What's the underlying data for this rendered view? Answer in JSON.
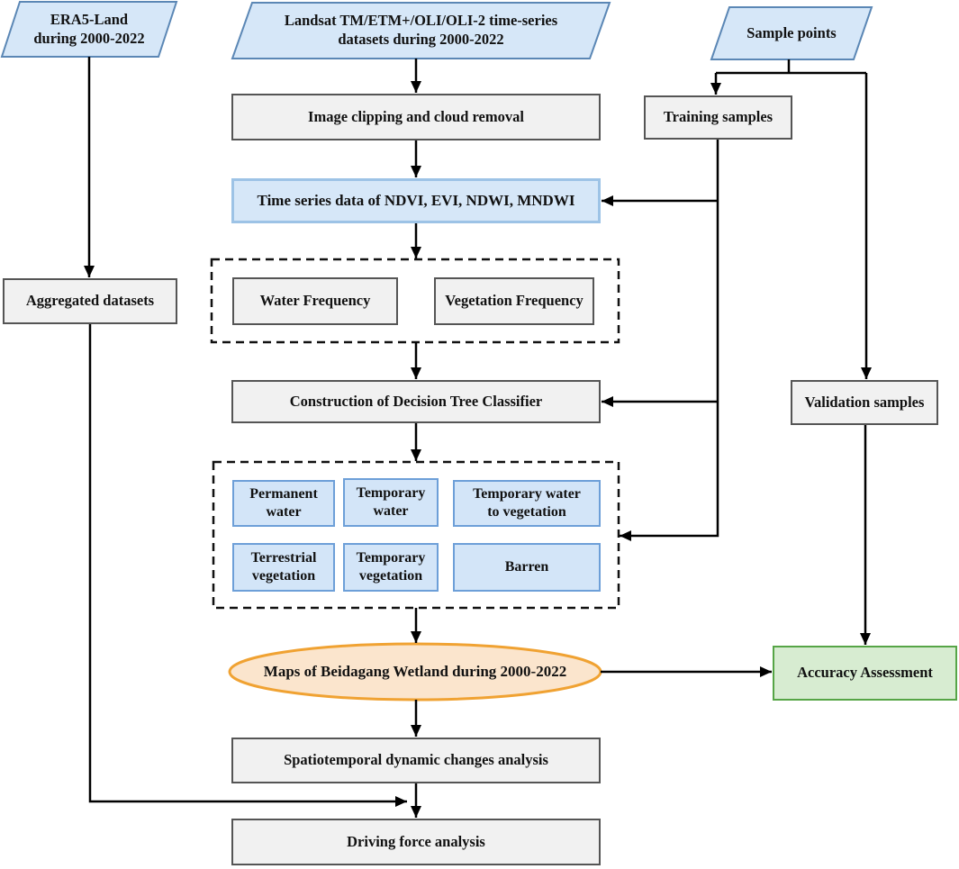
{
  "diagram_type": "flowchart",
  "nodes": {
    "era5": {
      "label": "ERA5-Land\nduring 2000-2022"
    },
    "landsat": {
      "label": "Landsat TM/ETM+/OLI/OLI-2 time-series\ndatasets during 2000-2022"
    },
    "sample_points": {
      "label": "Sample points"
    },
    "image_clipping": {
      "label": "Image clipping and cloud removal"
    },
    "training_samples": {
      "label": "Training samples"
    },
    "time_series": {
      "label": "Time series data of NDVI, EVI, NDWI, MNDWI"
    },
    "water_frequency": {
      "label": "Water Frequency"
    },
    "vegetation_frequency": {
      "label": "Vegetation Frequency"
    },
    "construction": {
      "label": "Construction of Decision Tree Classifier"
    },
    "validation_samples": {
      "label": "Validation samples"
    },
    "aggregated_datasets": {
      "label": "Aggregated datasets"
    },
    "permanent_water": {
      "label": "Permanent\nwater"
    },
    "temporary_water": {
      "label": "Temporary\nwater"
    },
    "temporary_water_to_vegetation": {
      "label": "Temporary water\nto vegetation"
    },
    "terrestrial_vegetation": {
      "label": "Terrestrial\nvegetation"
    },
    "temporary_vegetation": {
      "label": "Temporary\nvegetation"
    },
    "barren": {
      "label": "Barren"
    },
    "maps": {
      "label": "Maps of Beidagang Wetland during 2000-2022"
    },
    "accuracy_assessment": {
      "label": "Accuracy Assessment"
    },
    "spatiotemporal": {
      "label": "Spatiotemporal dynamic changes analysis"
    },
    "driving_force": {
      "label": "Driving force analysis"
    }
  },
  "colors": {
    "blue_fill": "#d6e7f8",
    "blue_border": "#5b87b5",
    "blue_light_border": "#9dc3e6",
    "small_blue_border": "#6d9fd8",
    "gray_fill": "#f1f1f1",
    "gray_border": "#555555",
    "green_fill": "#d7ecd1",
    "green_border": "#56a546",
    "orange_fill": "#fbe5cd",
    "orange_border": "#f0a232",
    "arrow": "#000000"
  }
}
